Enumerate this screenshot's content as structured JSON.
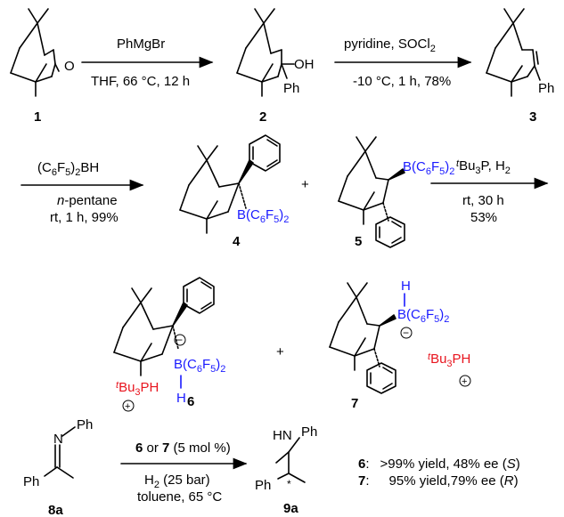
{
  "step1": {
    "compound_start": "1",
    "reagent": "PhMgBr",
    "conditions": "THF, 66 °C, 12 h",
    "compound_mid": "2",
    "oh_label": "OH",
    "ph_label": "Ph"
  },
  "step2": {
    "reagent": "pyridine, SOCl",
    "reagent_sub": "2",
    "conditions": "-10 °C, 1 h, 78%",
    "compound": "3",
    "ph_label": "Ph"
  },
  "step3": {
    "reagent_a": "(C",
    "reagent_b": "6",
    "reagent_c": "F",
    "reagent_d": "5",
    "reagent_e": ")",
    "reagent_f": "2",
    "reagent_g": "BH",
    "solvent_prefix": "n",
    "solvent": "-pentane",
    "conditions": "rt, 1 h, 99%",
    "compound_a": "4",
    "compound_b": "5",
    "plus": "+",
    "boryl": "B(C",
    "boryl_6": "6",
    "boryl_f": "F",
    "boryl_5": "5",
    "boryl_close": ")",
    "boryl_2": "2"
  },
  "step4": {
    "reagent_t": "t",
    "reagent_bu": "Bu",
    "reagent_3": "3",
    "reagent_p": "P, H",
    "reagent_2": "2",
    "conditions_a": "rt, 30 h",
    "conditions_b": "53%",
    "compound_a": "6",
    "compound_b": "7",
    "plus": "+",
    "h_label": "H",
    "minus": "−",
    "plus_sign": "+",
    "phos_t": "t",
    "phos_bu": "Bu",
    "phos_3": "3",
    "phos_ph": "PH"
  },
  "step5": {
    "substrate": "8a",
    "n_label": "N",
    "ph_top": "Ph",
    "ph_left": "Ph",
    "cat_a": "6",
    "cat_or": " or ",
    "cat_b": "7",
    "cat_load": " (5 mol %)",
    "h2_a": "H",
    "h2_sub": "2",
    "h2_b": " (25 bar)",
    "conditions": "toluene, 65 °C",
    "product": "9a",
    "hn_label": "HN",
    "star": "*",
    "result_a_label": "6",
    "result_a_colon": ":",
    "result_a_text": ">99% yield, 48% ee (",
    "result_a_cfg": "S",
    "result_a_close": ")",
    "result_b_label": "7",
    "result_b_colon": ":",
    "result_b_text": "95% yield,79% ee (",
    "result_b_cfg": "R",
    "result_b_close": ")"
  }
}
